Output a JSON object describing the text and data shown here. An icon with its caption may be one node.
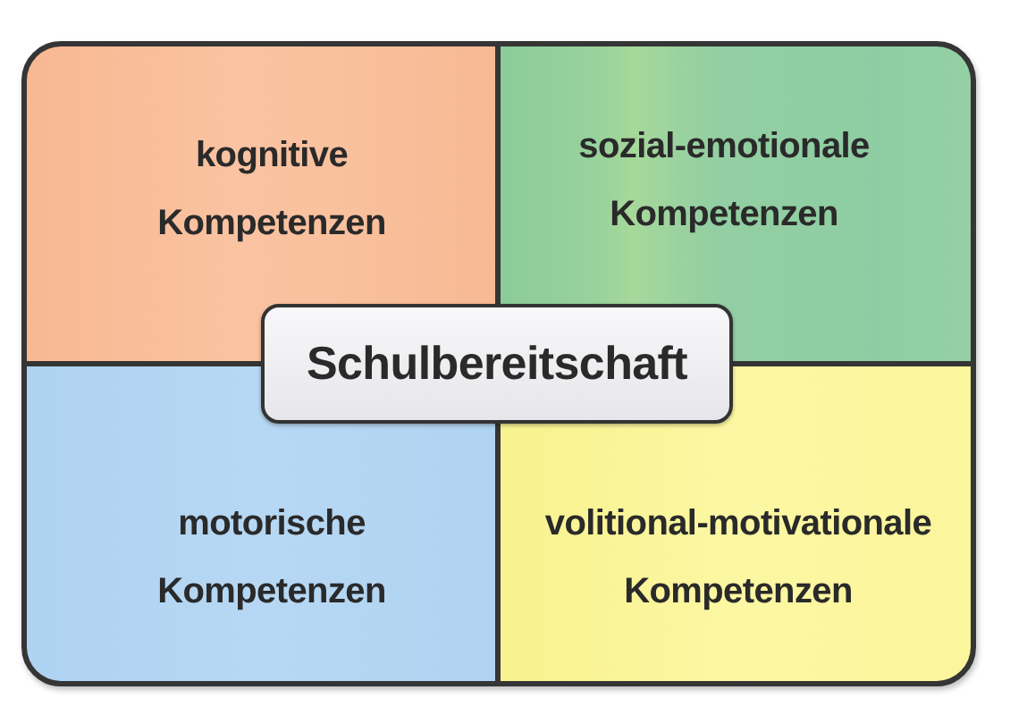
{
  "diagram": {
    "nodes": [
      {
        "text": [],
        "shape": "box"
      },
      {
        "text": [
          "kognitive Kompetenzen"
        ],
        "in": 0
      },
      {
        "text": [
          "sozial-emotionale Kompetenzen"
        ],
        "in": 0
      },
      {
        "text": [
          "Schulbereitschaft"
        ],
        "in": 0
      },
      {
        "text": [
          "motorische Kompetenzen"
        ],
        "in": 0
      },
      {
        "text": [
          "volitional-motivationale Kompetenzen"
        ],
        "in": 0
      }
    ]
  }
}
